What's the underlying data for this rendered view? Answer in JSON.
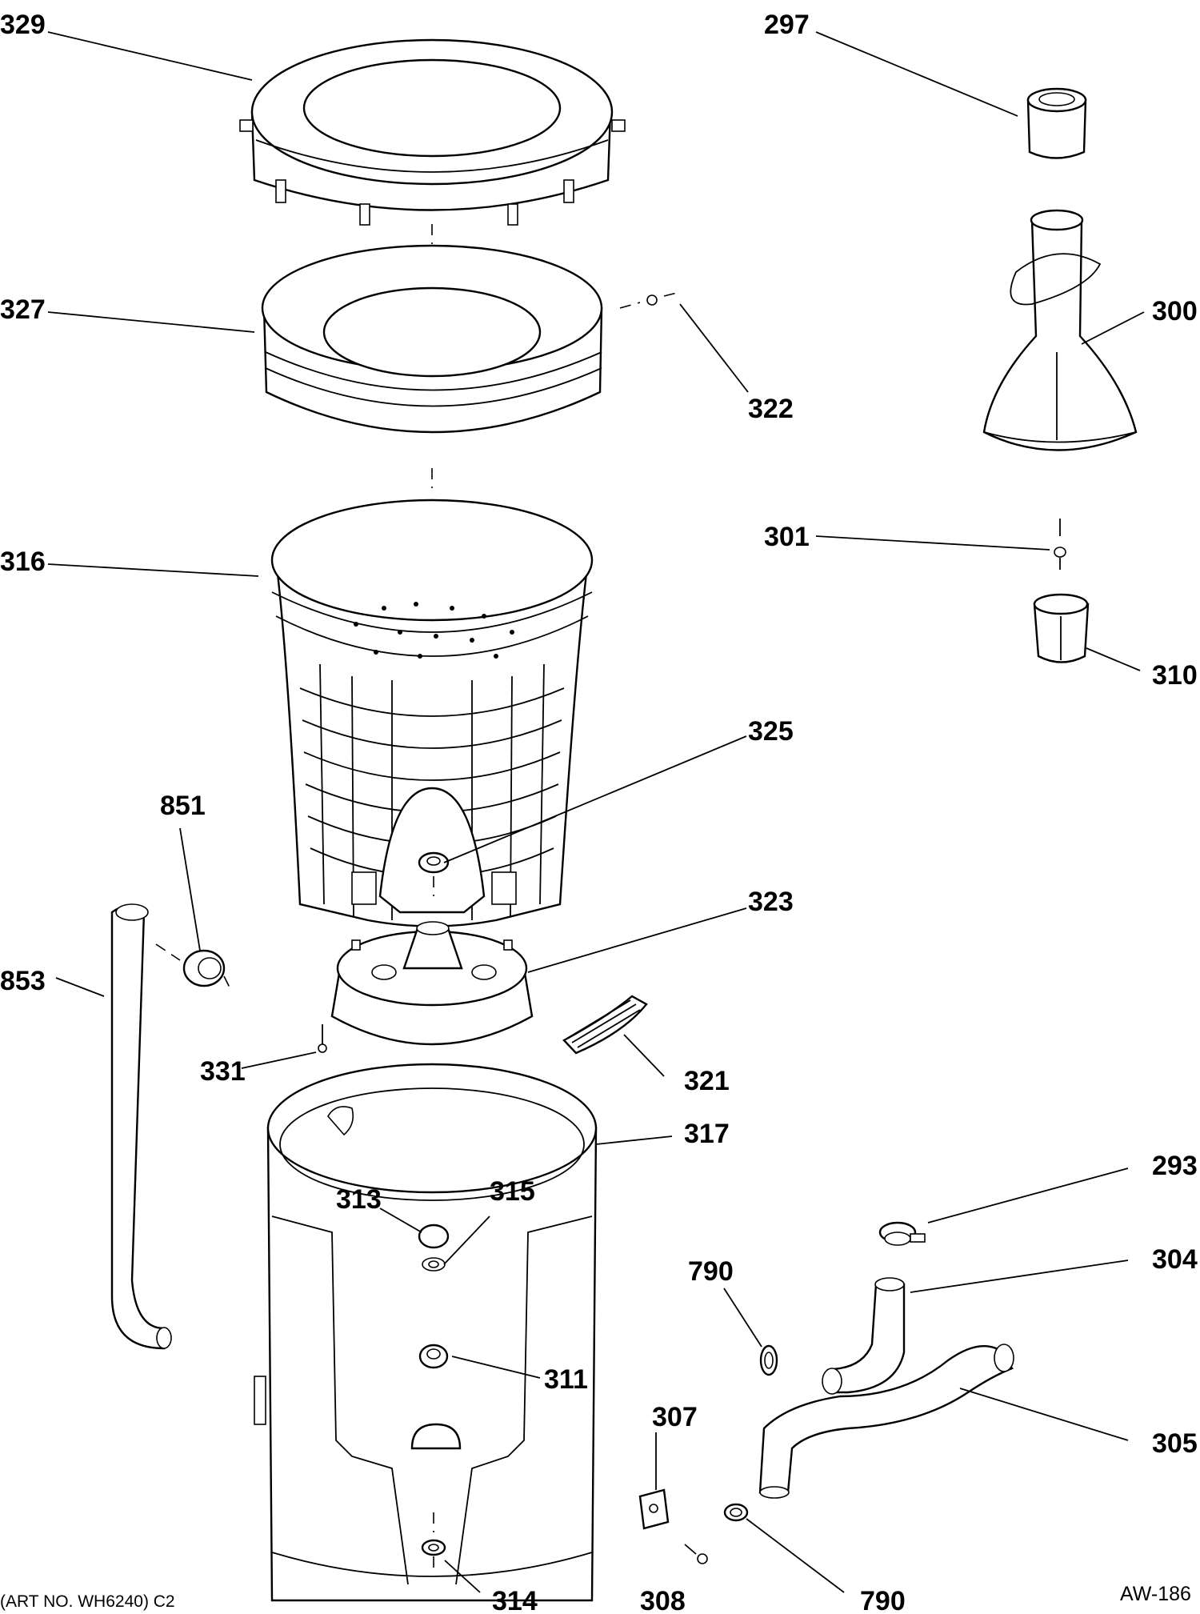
{
  "labels": {
    "l329": "329",
    "l327": "327",
    "l316": "316",
    "l851": "851",
    "l853": "853",
    "l331": "331",
    "l313": "313",
    "l315": "315",
    "l311": "311",
    "l314": "314",
    "l297": "297",
    "l300": "300",
    "l322": "322",
    "l301": "301",
    "l310": "310",
    "l325": "325",
    "l323": "323",
    "l321": "321",
    "l317": "317",
    "l293": "293",
    "l304": "304",
    "l790a": "790",
    "l790b": "790",
    "l305": "305",
    "l307": "307",
    "l308": "308"
  },
  "footer": {
    "art_no": "(ART NO. WH6240) C2",
    "code": "AW-186"
  }
}
